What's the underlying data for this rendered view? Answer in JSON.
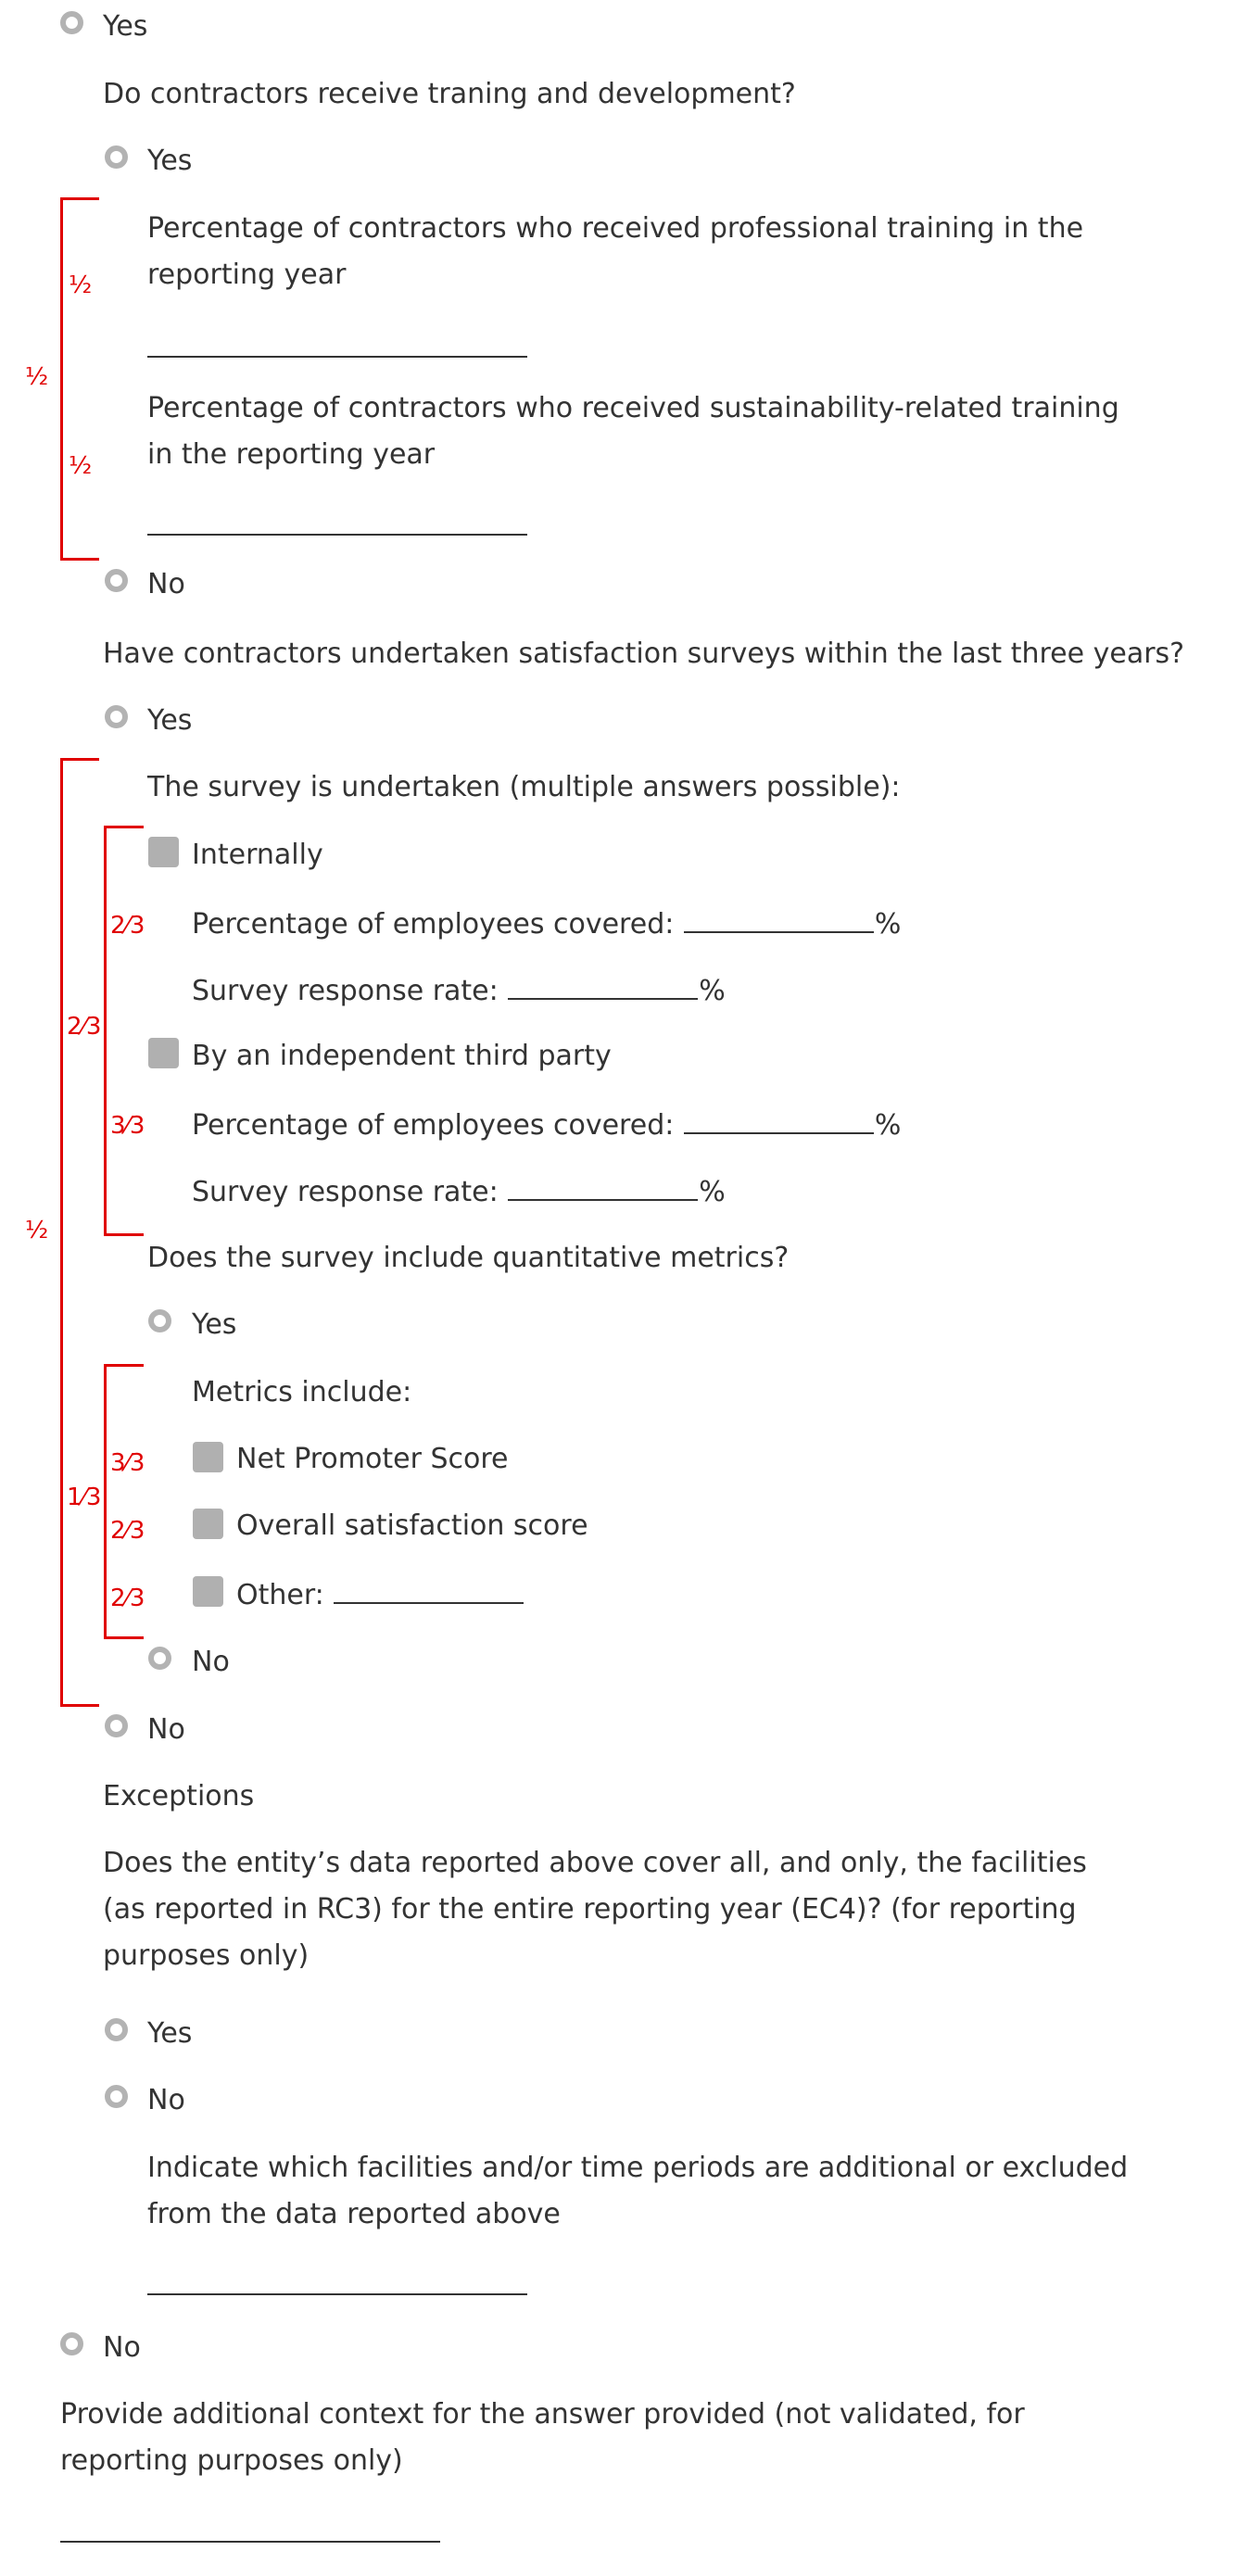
{
  "q_top_yes": "Yes",
  "contractors_training": {
    "question": "Do contractors receive traning and development?",
    "yes": "Yes",
    "field1": "Percentage of contractors who received professional training in the reporting year",
    "field2": "Percentage of contractors who received sustainability-related training in the reporting year",
    "no": "No"
  },
  "satisfaction": {
    "question": "Have contractors undertaken satisfaction surveys within the last three years?",
    "yes": "Yes",
    "survey_heading": "The survey is undertaken (multiple answers possible):",
    "internally": "Internally",
    "pct_covered": "Percentage of employees covered:",
    "response_rate": "Survey response rate:",
    "percent": "%",
    "third_party": "By an independent third party",
    "quant_question": "Does the survey include quantitative metrics?",
    "quant_yes": "Yes",
    "metrics_include": "Metrics include:",
    "metric_nps": "Net Promoter Score",
    "metric_overall": "Overall satisfaction score",
    "metric_other": "Other:",
    "quant_no": "No",
    "no": "No"
  },
  "exceptions": {
    "heading": "Exceptions",
    "question": "Does the entity’s data reported above cover all, and only, the facilities (as reported in RC3) for the entire reporting year (EC4)? (for reporting purposes only)",
    "yes": "Yes",
    "no": "No",
    "indicate": "Indicate which facilities and/or time periods are additional or excluded from the data reported above"
  },
  "bottom_no": "No",
  "additional_context": "Provide additional context for the answer provided (not validated, for reporting purposes only)",
  "fractions": {
    "f1": "½",
    "f2": "½",
    "f3": "½",
    "f4": "2⁄3",
    "f5": "3⁄3",
    "f6": "2⁄3",
    "f7": "½",
    "f8": "1⁄3",
    "f9": "3⁄3",
    "f10": "2⁄3",
    "f11": "2⁄3"
  },
  "colors": {
    "accent": "#e00000",
    "control": "#b3b3b3",
    "text": "#333333"
  }
}
